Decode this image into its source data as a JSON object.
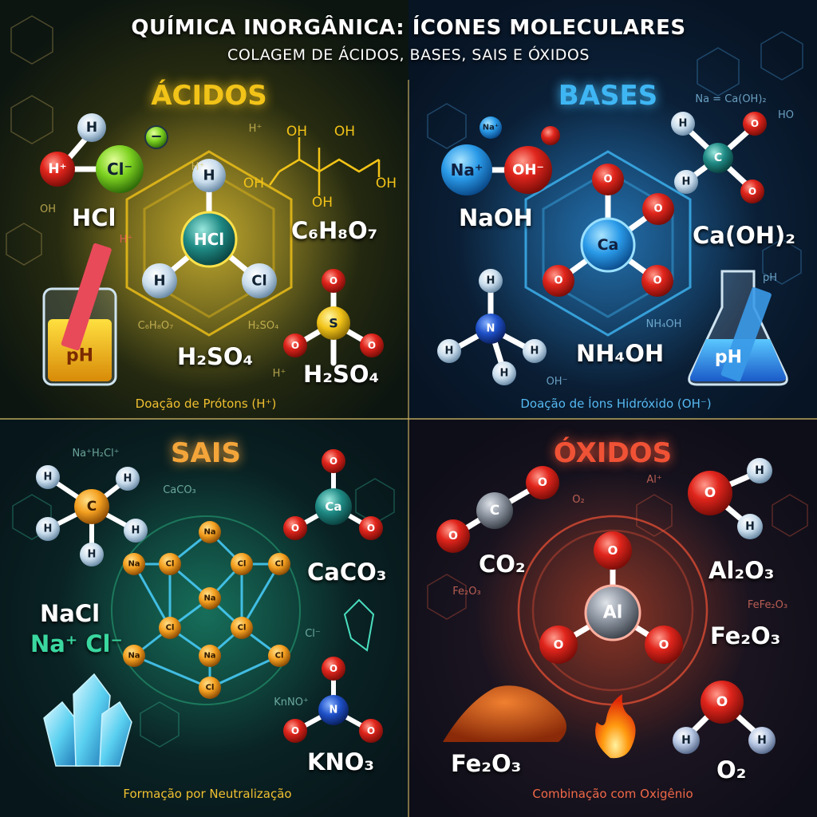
{
  "header": {
    "title": "QUÍMICA INORGÂNICA: ÍCONES MOLECULARES",
    "subtitle": "COLAGEM DE ÁCIDOS, BASES, SAIS E ÓXIDOS"
  },
  "acidos": {
    "title": "ÁCIDOS",
    "formulas": {
      "hcl": "HCl",
      "citric": "C₆H₈O₇",
      "h2so4_a": "H₂SO₄",
      "h2so4_b": "H₂SO₄"
    },
    "atoms": {
      "h": "H",
      "hplus": "H⁺",
      "cl": "Cl⁻",
      "hcl": "HCl",
      "cl2": "Cl",
      "s": "S",
      "o": "O",
      "oh": "OH",
      "ph": "pH",
      "minus": "−"
    },
    "background_text": {
      "hplus": "H⁺",
      "h2so4": "H₂SO₄",
      "c6h8o7": "C₆H₈O₇",
      "oh": "OH"
    },
    "caption": "Doação de Prótons (H⁺)"
  },
  "bases": {
    "title": "BASES",
    "formulas": {
      "naoh": "NaOH",
      "caoh2": "Ca(OH)₂",
      "nh4oh": "NH₄OH"
    },
    "atoms": {
      "na": "Na⁺",
      "oh": "OH⁻",
      "naplus": "Na⁺",
      "h": "H",
      "c": "C",
      "o": "O",
      "ca": "Ca",
      "n": "N",
      "ph": "pH"
    },
    "background_text": {
      "naca": "Na = Ca(OH)₂",
      "nh4oh": "NH₄OH",
      "ohminus": "OH⁻",
      "ho": "HO",
      "ph": "pH"
    },
    "caption": "Doação de Íons Hidróxido (OH⁻)"
  },
  "sais": {
    "title": "SAIS",
    "formulas": {
      "nacl": "NaCl",
      "ions": "Na⁺ Cl⁻",
      "caco3": "CaCO₃",
      "kno3": "KNO₃"
    },
    "atoms": {
      "h": "H",
      "c": "C",
      "ca": "Ca",
      "o": "O",
      "na": "Na",
      "cl": "Cl",
      "n": "N"
    },
    "background_text": {
      "nahcl": "Na⁺H₂Cl⁺",
      "caco3": "CaCO₃",
      "clminus": "Cl⁻",
      "knno": "KnNO⁺"
    },
    "caption": "Formação por Neutralização"
  },
  "oxidos": {
    "title": "ÓXIDOS",
    "formulas": {
      "co2": "CO₂",
      "al2o3": "Al₂O₃",
      "fe2o3_a": "Fe₂O₃",
      "fe2o3_b": "Fe₂O₃",
      "o2": "O₂"
    },
    "atoms": {
      "c": "C",
      "o": "O",
      "al": "Al",
      "h": "H"
    },
    "background_text": {
      "alplus": "Al⁺",
      "o2": "O₂",
      "fe2o3": "Fe₂O₃",
      "fefe2o3": "FeFe₂O₃"
    },
    "caption": "Combinação com Oxigênio"
  },
  "colors": {
    "acid": "#f2c318",
    "base": "#3fb6f4",
    "salt": "#f4a53a",
    "oxide": "#f05235",
    "acid_caption": "#f0c030",
    "base_caption": "#55b8f0",
    "salt_caption": "#f0c030",
    "oxide_caption": "#f06848"
  }
}
